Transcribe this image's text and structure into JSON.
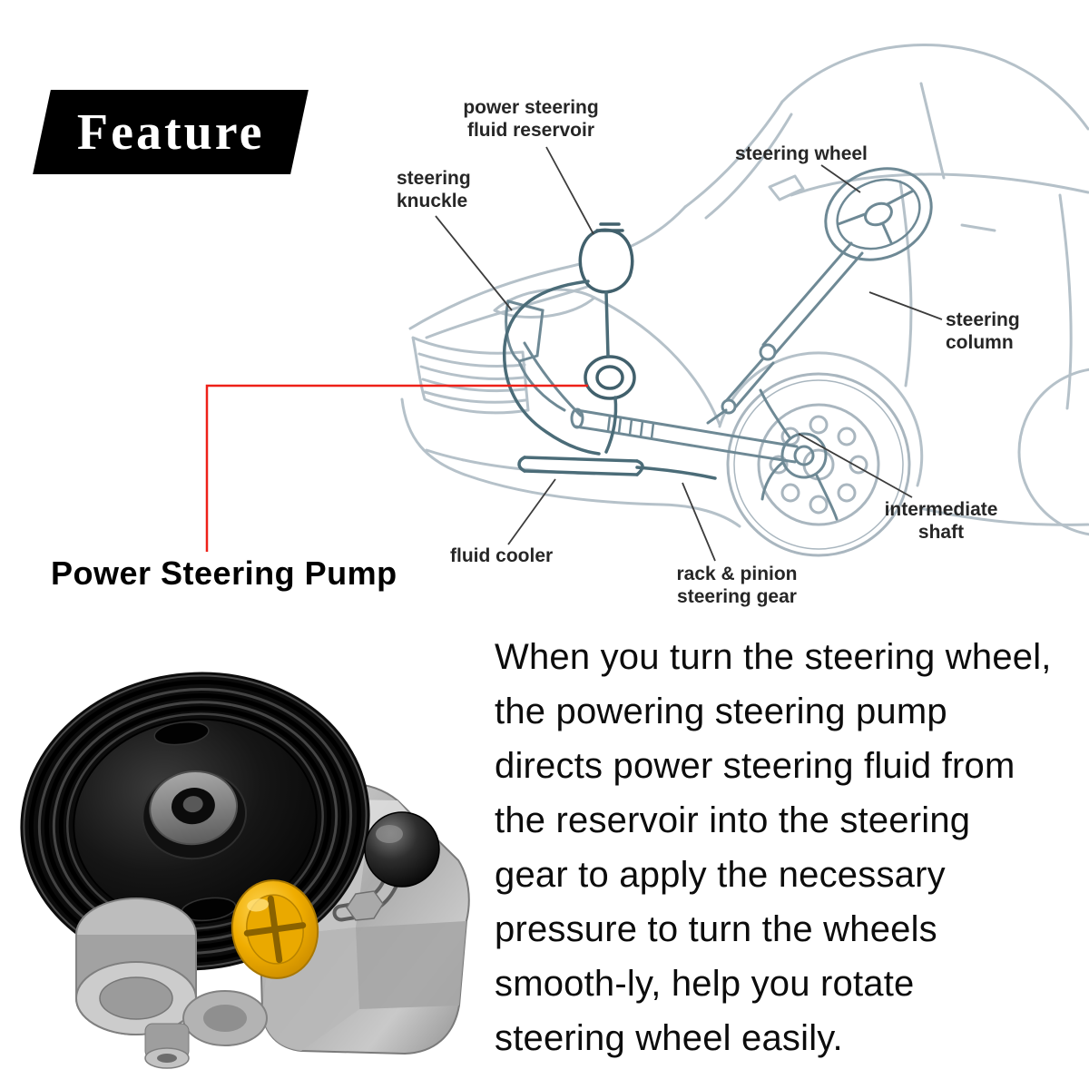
{
  "banner": {
    "title": "Feature"
  },
  "pump_label": "Power Steering Pump",
  "diagram": {
    "labels": {
      "reservoir": "power steering\nfluid reservoir",
      "steering_wheel": "steering wheel",
      "steering_knuckle": "steering\nknuckle",
      "steering_column": "steering column",
      "intermediate_shaft": "intermediate\nshaft",
      "fluid_cooler": "fluid cooler",
      "rack_pinion": "rack & pinion\nsteering gear"
    }
  },
  "description": "When you turn the steering wheel, the powering steering pump directs power steering fluid from the reservoir into the steering gear to apply the necessary pressure to turn the wheels smooth-ly, help you rotate steering wheel easily.",
  "colors": {
    "pointer_red": "#ee2018",
    "banner_bg": "#000000",
    "cap_yellow": "#f0ad00",
    "hose_teal": "#4b6c78"
  }
}
